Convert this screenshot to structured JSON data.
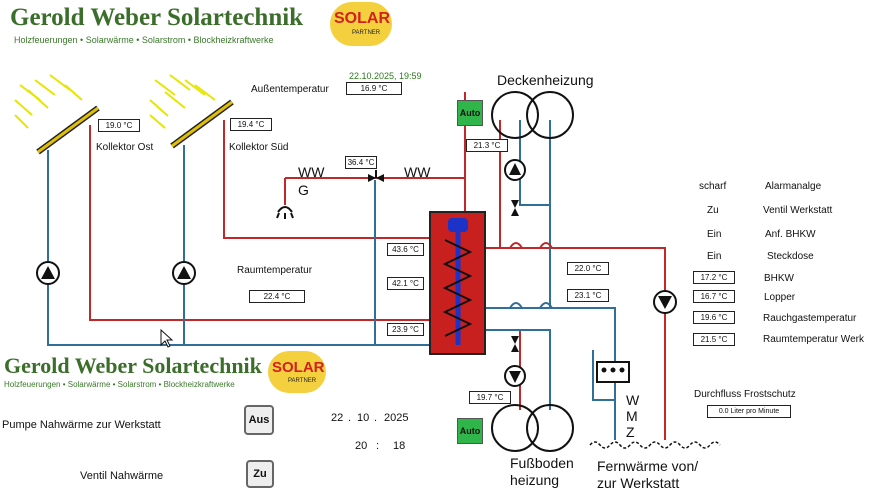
{
  "header": {
    "company": "Gerold Weber Solartechnik",
    "tagline": "Holzfeuerungen • Solarwärme • Solarstrom • Blockheizkraftwerke",
    "logo_text": "SOLAR",
    "logo_sub": "PARTNER"
  },
  "status": {
    "datetime": "22.10.2025,  19:59",
    "outdoor_label": "Außentemperatur",
    "outdoor_value": "16.9 °C"
  },
  "collectors": {
    "east_label": "Kollektor Ost",
    "east_value": "19.0 °C",
    "south_label": "Kollektor Süd",
    "south_value": "19.4 °C"
  },
  "ww": {
    "left": "WW",
    "g": "G",
    "right": "WW",
    "temp": "36.4 °C"
  },
  "room": {
    "label": "Raumtemperatur",
    "value": "22.4 °C"
  },
  "tank": {
    "t1": "43.6 °C",
    "t2": "42.1 °C",
    "t3": "23.9 °C"
  },
  "deckenheizung": {
    "label": "Deckenheizung",
    "auto": "Auto",
    "temp": "21.3 °C"
  },
  "fussboden": {
    "label1": "Fußboden",
    "label2": "heizung",
    "auto": "Auto",
    "temp": "19.7 °C"
  },
  "lines": {
    "t_a": "22.0 °C",
    "t_b": "23.1 °C"
  },
  "status_list": [
    {
      "state": "scharf",
      "name": "Alarmanalge"
    },
    {
      "state": "Zu",
      "name": "Ventil Werkstatt"
    },
    {
      "state": "Ein",
      "name": "Anf. BHKW"
    },
    {
      "state": "Ein",
      "name": "Steckdose"
    }
  ],
  "temps_list": [
    {
      "value": "17.2 °C",
      "name": "BHKW"
    },
    {
      "value": "16.7 °C",
      "name": "Lopper"
    },
    {
      "value": "19.6 °C",
      "name": "Rauchgastemperatur"
    },
    {
      "value": "21.5 °C",
      "name": "Raumtemperatur Werk"
    }
  ],
  "flow": {
    "label": "Durchfluss Frostschutz",
    "value": "0.0 Liter pro Minute"
  },
  "wmz": {
    "w": "W",
    "m": "M",
    "z": "Z"
  },
  "fernwaerme": {
    "line1": "Fernwärme von/",
    "line2": "zur Werkstatt"
  },
  "bottom": {
    "pump_label": "Pumpe  Nahwärme zur Werkstatt",
    "pump_btn": "Aus",
    "valve_label": "Ventil Nahwärme",
    "valve_btn": "Zu",
    "date_d": "22",
    "date_m": "10",
    "date_y": "2025",
    "time_h": "20",
    "time_m": "18",
    "sep_dot": ".",
    "sep_colon": ":"
  },
  "colors": {
    "brand_green": "#3a6e2a",
    "pipe_red": "#c0282a",
    "pipe_blue": "#2f6f9a",
    "tank_red": "#c8201f",
    "auto_green": "#2fb54a"
  }
}
